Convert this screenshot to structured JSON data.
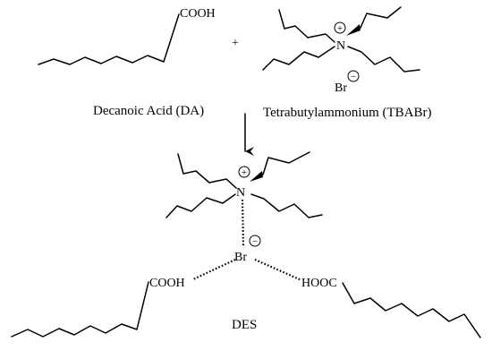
{
  "reactants": {
    "acid": {
      "group_label": "COOH",
      "caption": "Decanoic Acid (DA)"
    },
    "plus_sign": "+",
    "salt": {
      "nitrogen_label": "N",
      "cation_charge": "+",
      "anion_label": "Br",
      "anion_charge": "−",
      "caption": "Tetrabutylammonium (TBABr)"
    }
  },
  "product": {
    "nitrogen_label": "N",
    "cation_charge": "+",
    "anion_label": "Br",
    "anion_charge": "−",
    "left_group_label": "COOH",
    "right_group_label": "HOOC",
    "caption": "DES"
  }
}
